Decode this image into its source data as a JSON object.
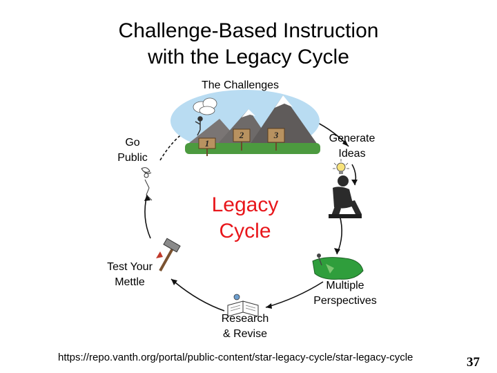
{
  "title": {
    "line1": "Challenge-Based Instruction",
    "line2": "with the Legacy Cycle"
  },
  "center_label": {
    "line1": "Legacy",
    "line2": "Cycle"
  },
  "stages": {
    "challenges": "The Challenges",
    "generate": {
      "line1": "Generate",
      "line2": "Ideas"
    },
    "multiple": {
      "line1": "Multiple",
      "line2": "Perspectives"
    },
    "research": {
      "line1": "Research",
      "line2": "& Revise"
    },
    "test": {
      "line1": "Test Your",
      "line2": "Mettle"
    },
    "go_public": {
      "line1": "Go",
      "line2": "Public"
    }
  },
  "challenge_signs": [
    "1",
    "2",
    "3"
  ],
  "source_url": "https://repo.vanth.org/portal/public-content/star-legacy-cycle/star-legacy-cycle",
  "page_number": "37",
  "colors": {
    "title": "#000000",
    "center_label": "#e8161b",
    "sky": "#b9dcf2",
    "mountain": "#6e6a69",
    "snow": "#ffffff",
    "grass": "#4c9a3f",
    "map_green": "#2f9e3c"
  },
  "icons": [
    "mountains-icon",
    "thinker-icon",
    "map-icon",
    "book-icon",
    "hammer-icon",
    "spring-icon",
    "cloud-icon",
    "lightbulb-icon"
  ]
}
